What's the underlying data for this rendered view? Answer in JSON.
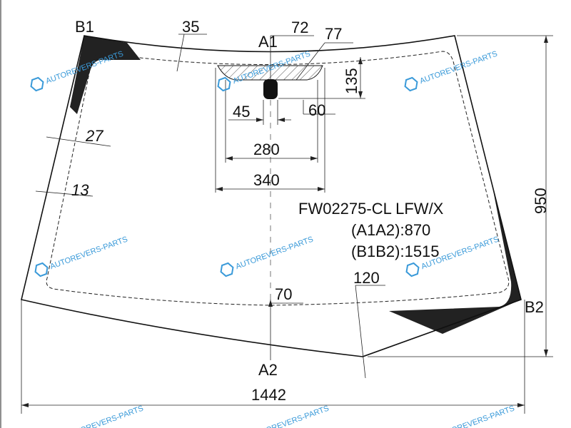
{
  "points": {
    "b1": "B1",
    "b2": "B2",
    "a1": "A1",
    "a2": "A2"
  },
  "dimensions": {
    "d35": "35",
    "d72": "72",
    "d77": "77",
    "d135": "135",
    "d45": "45",
    "d60": "60",
    "d280": "280",
    "d340": "340",
    "d27": "27",
    "d13": "13",
    "d950": "950",
    "d70": "70",
    "d120": "120",
    "d1442": "1442"
  },
  "info": {
    "code": "FW02275-CL LFW/X",
    "a1a2": "(A1A2):870",
    "b1b2": "(B1B2):1515"
  },
  "watermark": {
    "text": "AUTOREVERS-PARTS",
    "logo": "AR",
    "color": "#3a9ad9"
  }
}
